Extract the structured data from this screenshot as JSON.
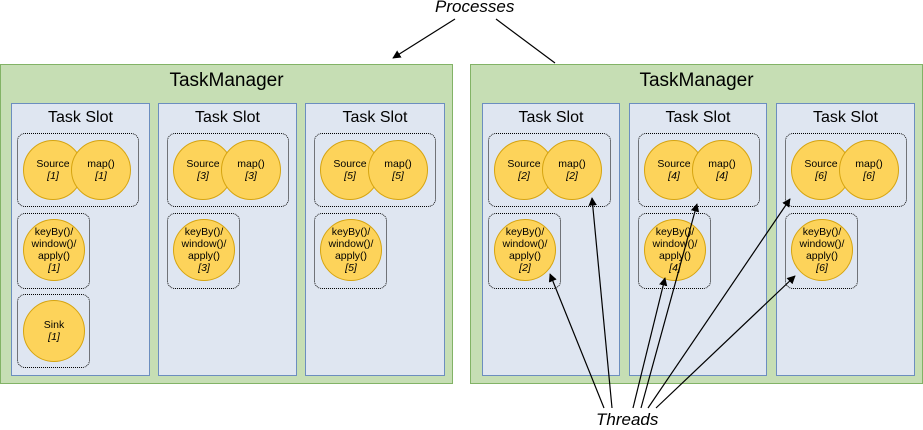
{
  "labels": {
    "processes": "Processes",
    "threads": "Threads"
  },
  "task_manager_title": "TaskManager",
  "task_slot_title": "Task Slot",
  "operators": {
    "source": "Source",
    "map": "map()",
    "keyby_lines": [
      "keyBy()/",
      "window()/",
      "apply()"
    ],
    "sink": "Sink"
  },
  "task_managers": [
    {
      "slots": [
        {
          "chain_index": "[1]",
          "window_index": "[1]",
          "sink_index": "[1]"
        },
        {
          "chain_index": "[3]",
          "window_index": "[3]"
        },
        {
          "chain_index": "[5]",
          "window_index": "[5]"
        }
      ]
    },
    {
      "slots": [
        {
          "chain_index": "[2]",
          "window_index": "[2]"
        },
        {
          "chain_index": "[4]",
          "window_index": "[4]"
        },
        {
          "chain_index": "[6]",
          "window_index": "[6]"
        }
      ]
    }
  ],
  "colors": {
    "task_manager_fill": "#c6deb4",
    "task_slot_fill": "#dfe6f1",
    "operator_fill": "#fdd35a"
  }
}
